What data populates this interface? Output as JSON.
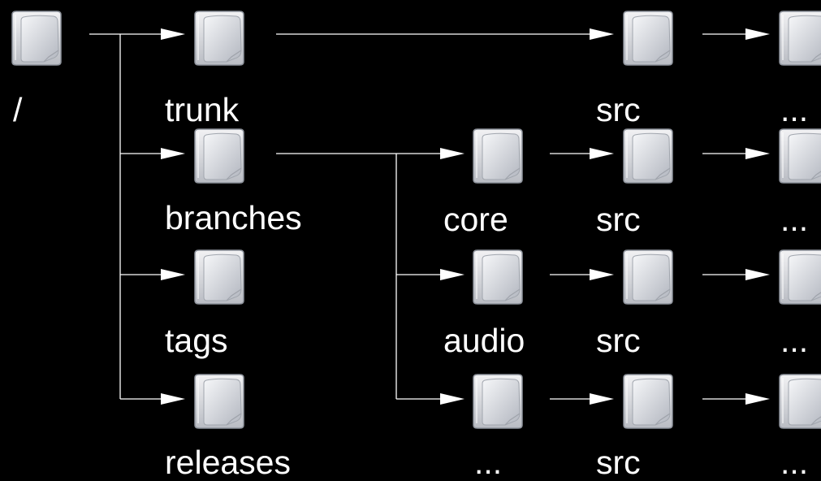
{
  "colors": {
    "background": "#000000",
    "text": "#ffffff",
    "connector": "#ffffff"
  },
  "icon": "folder-icon",
  "nodes": {
    "root": {
      "label": "/"
    },
    "trunk": {
      "label": "trunk"
    },
    "branches": {
      "label": "branches"
    },
    "tags": {
      "label": "tags"
    },
    "releases": {
      "label": "releases"
    },
    "trunk_src": {
      "label": "src"
    },
    "trunk_more": {
      "label": "..."
    },
    "core": {
      "label": "core"
    },
    "core_src": {
      "label": "src"
    },
    "core_more": {
      "label": "..."
    },
    "audio": {
      "label": "audio"
    },
    "audio_src": {
      "label": "src"
    },
    "audio_more": {
      "label": "..."
    },
    "branch_more": {
      "label": "..."
    },
    "branch_more_src": {
      "label": "src"
    },
    "branch_more_more": {
      "label": "..."
    }
  },
  "edges": [
    [
      "root",
      "trunk"
    ],
    [
      "root",
      "branches"
    ],
    [
      "root",
      "tags"
    ],
    [
      "root",
      "releases"
    ],
    [
      "trunk",
      "trunk_src"
    ],
    [
      "trunk_src",
      "trunk_more"
    ],
    [
      "branches",
      "core"
    ],
    [
      "branches",
      "audio"
    ],
    [
      "branches",
      "branch_more"
    ],
    [
      "core",
      "core_src"
    ],
    [
      "core_src",
      "core_more"
    ],
    [
      "audio",
      "audio_src"
    ],
    [
      "audio_src",
      "audio_more"
    ],
    [
      "branch_more",
      "branch_more_src"
    ],
    [
      "branch_more_src",
      "branch_more_more"
    ]
  ]
}
